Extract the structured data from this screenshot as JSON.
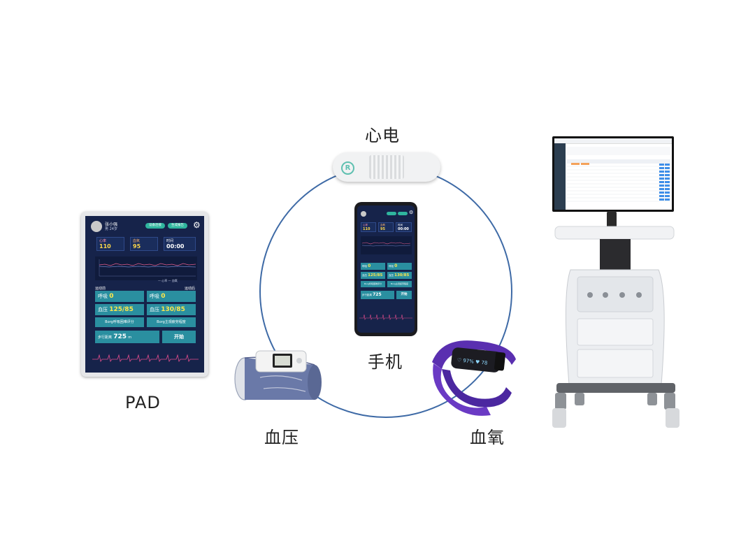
{
  "captions": {
    "ecg": "心电",
    "phone": "手机",
    "pad": "PAD",
    "bp": "血压",
    "spo2": "血氧"
  },
  "colors": {
    "ring": "#3e6aa6",
    "screen_bg": "#16234a",
    "tile": "#2a8fa0",
    "value": "#ffe74a",
    "cuff": "#6a79a8",
    "spo2_band": "#5a2fb0"
  },
  "pad": {
    "user_name": "张小强",
    "user_info": "男 24岁",
    "btn1": "设备连接",
    "btn2": "生成报告",
    "stats": [
      {
        "label": "心率",
        "value": "110"
      },
      {
        "label": "血氧",
        "value": "95"
      },
      {
        "label": "时间",
        "value": "00:00"
      }
    ],
    "legend": "— 心率  — 血氧",
    "section_left": "运动前",
    "section_right": "运动后",
    "tiles": [
      {
        "label": "呼吸",
        "value": "0"
      },
      {
        "label": "呼吸",
        "value": "0"
      },
      {
        "label": "血压",
        "value": "125/85"
      },
      {
        "label": "血压",
        "value": "130/85"
      },
      {
        "label": "Borg呼吸困难评分",
        "value": ""
      },
      {
        "label": "Borg主观疲劳程度",
        "value": ""
      },
      {
        "label": "步行距离",
        "value": "725",
        "unit": "m"
      },
      {
        "label": "开始",
        "value": ""
      }
    ]
  },
  "phone": {
    "stats": [
      {
        "label": "心率",
        "value": "110"
      },
      {
        "label": "血氧",
        "value": "95"
      },
      {
        "label": "时间",
        "value": "00:00"
      }
    ],
    "tiles": [
      {
        "label": "呼吸",
        "value": "0"
      },
      {
        "label": "呼吸",
        "value": "0"
      },
      {
        "label": "血压",
        "value": "125/85"
      },
      {
        "label": "血压",
        "value": "130/85"
      },
      {
        "label": "Borg呼吸困难评分",
        "value": ""
      },
      {
        "label": "Borg主观疲劳程度",
        "value": ""
      },
      {
        "label": "步行距离",
        "value": "725"
      },
      {
        "label": "开始",
        "value": ""
      }
    ]
  },
  "spo2_display": "♡ 97% ♥ 78"
}
